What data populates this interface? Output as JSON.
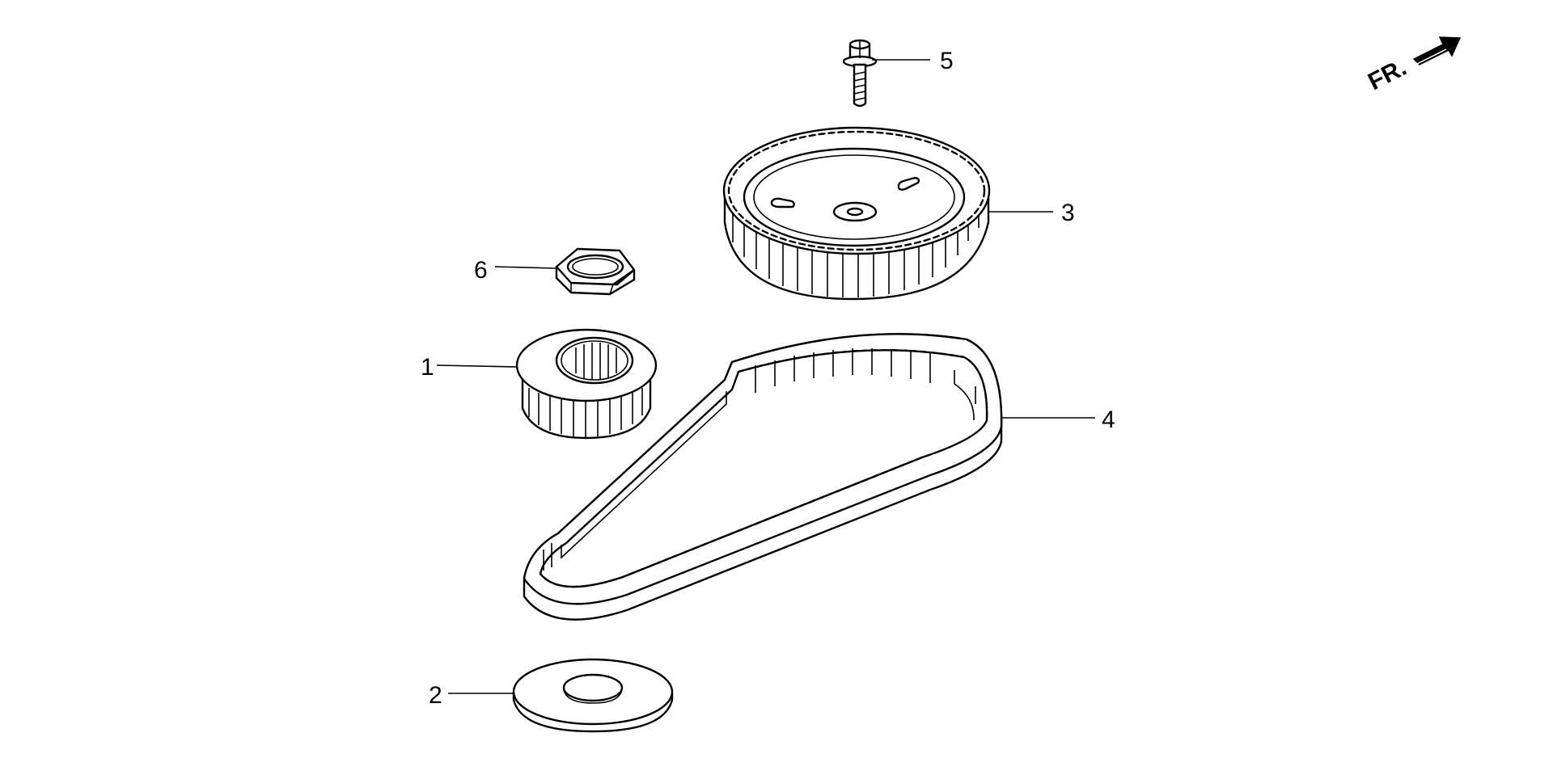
{
  "direction_indicator": {
    "label": "FR."
  },
  "callouts": [
    {
      "id": "callout-1",
      "text": "1"
    },
    {
      "id": "callout-2",
      "text": "2"
    },
    {
      "id": "callout-3",
      "text": "3"
    },
    {
      "id": "callout-4",
      "text": "4"
    },
    {
      "id": "callout-5",
      "text": "5"
    },
    {
      "id": "callout-6",
      "text": "6"
    }
  ]
}
